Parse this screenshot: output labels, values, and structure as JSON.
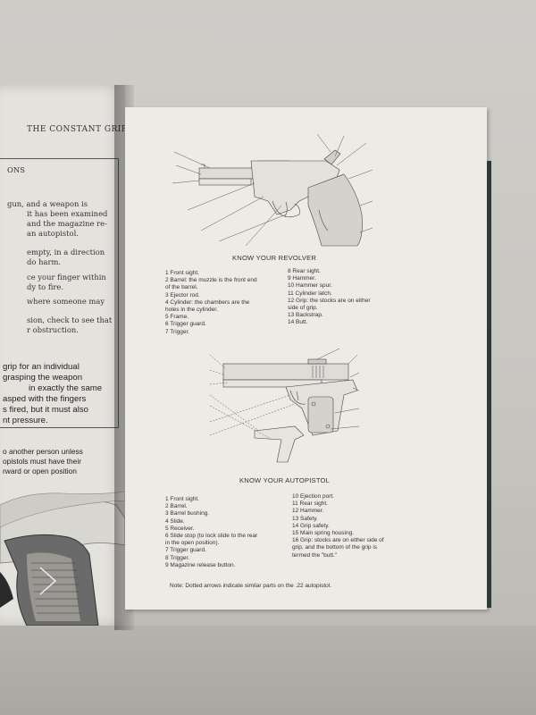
{
  "left_page": {
    "header": "THE CONSTANT GRIP",
    "box_lines": [
      "ONS",
      "gun, and a weapon is",
      "it has been examined",
      "and the magazine re-",
      "an autopistol.",
      "empty, in a direction",
      "do harm.",
      "ce your finger within",
      "dy to fire.",
      "where someone may",
      "sion, check to see that",
      "r obstruction."
    ],
    "body_lines": [
      "grip for an individual",
      "grasping the weapon",
      "in exactly the same",
      "asped with the fingers",
      "s fired, but it must also",
      "nt pressure.",
      "o another person unless",
      "opistols must have their",
      "rward or open position"
    ]
  },
  "right_page": {
    "revolver": {
      "caption": "KNOW YOUR REVOLVER",
      "left_list": [
        "1  Front sight.",
        "2  Barrel: the muzzle is the front end",
        "    of the barrel.",
        "3  Ejector rod.",
        "4  Cylinder: the chambers are the",
        "    holes in the cylinder.",
        "5  Frame.",
        "6  Trigger guard.",
        "7  Trigger."
      ],
      "right_list": [
        "8  Rear sight.",
        "9  Hammer.",
        "10  Hammer spur.",
        "11  Cylinder latch.",
        "12  Grip: the stocks are on either",
        "      side of grip.",
        "13  Backstrap.",
        "14  Butt."
      ]
    },
    "autopistol": {
      "caption": "KNOW YOUR AUTOPISTOL",
      "left_list": [
        "1  Front sight.",
        "2  Barrel.",
        "3  Barrel bushing.",
        "4  Slide.",
        "5  Receiver.",
        "6  Slide stop (to lock slide to the rear",
        "    in the open position).",
        "7  Trigger guard.",
        "8  Trigger.",
        "9  Magazine release button."
      ],
      "right_list": [
        "10  Ejection port.",
        "11  Rear sight.",
        "12  Hammer.",
        "13  Safety.",
        "14  Grip safety.",
        "15  Main spring housing.",
        "16  Grip: stocks are on either side of",
        "      grip, and the bottom of the grip is",
        "      termed the \"butt.\""
      ]
    },
    "note": "Note: Dotted arrows indicate similar parts on the .22 autopistol."
  },
  "colors": {
    "page": "#edebe6",
    "ink": "#333333",
    "background": "#c9c7c2"
  }
}
